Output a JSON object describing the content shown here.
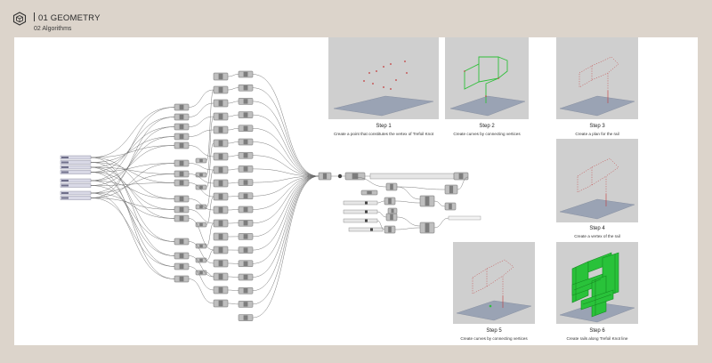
{
  "header": {
    "icon": "cube-logo-icon",
    "title": "01 GEOMETRY",
    "subtitle": "02 Algorithms"
  },
  "steps": [
    {
      "title": "Step 1",
      "desc": "Create a point that constitutes the vertex of Trefoil Knot"
    },
    {
      "title": "Step 2",
      "desc": "Create curves by connecting vertices"
    },
    {
      "title": "Step 3",
      "desc": "Create a plan for the rail"
    },
    {
      "title": "Step 4",
      "desc": "Create a vertex of the rail"
    },
    {
      "title": "Step 5",
      "desc": "Create curves by connecting vertices"
    },
    {
      "title": "Step 6",
      "desc": "Create rails along Trefoil Knot line"
    }
  ],
  "colors": {
    "page_bg": "#dcd4cb",
    "panel_bg": "#ffffff",
    "viewport_bg": "#cfcfcf",
    "grid_plane": "#9aa3b4",
    "point_red": "#c33a3a",
    "curve_green": "#2fbf3a",
    "rail_green": "#29c23a"
  }
}
